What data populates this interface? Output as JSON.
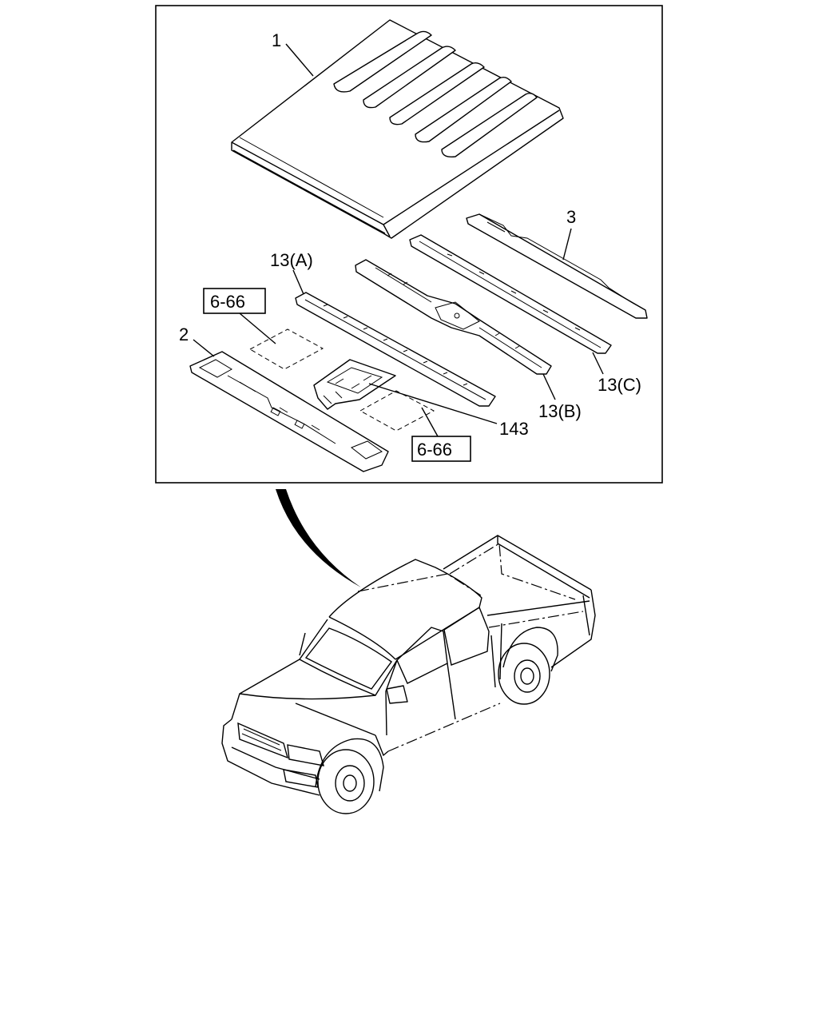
{
  "callouts": {
    "part_1": "1",
    "part_2": "2",
    "part_3": "3",
    "part_13a": "13(A)",
    "part_13b": "13(B)",
    "part_13c": "13(C)",
    "part_143": "143",
    "ref_a": "6-66",
    "ref_b": "6-66"
  },
  "colors": {
    "ink": "#000000",
    "paper": "#ffffff"
  }
}
